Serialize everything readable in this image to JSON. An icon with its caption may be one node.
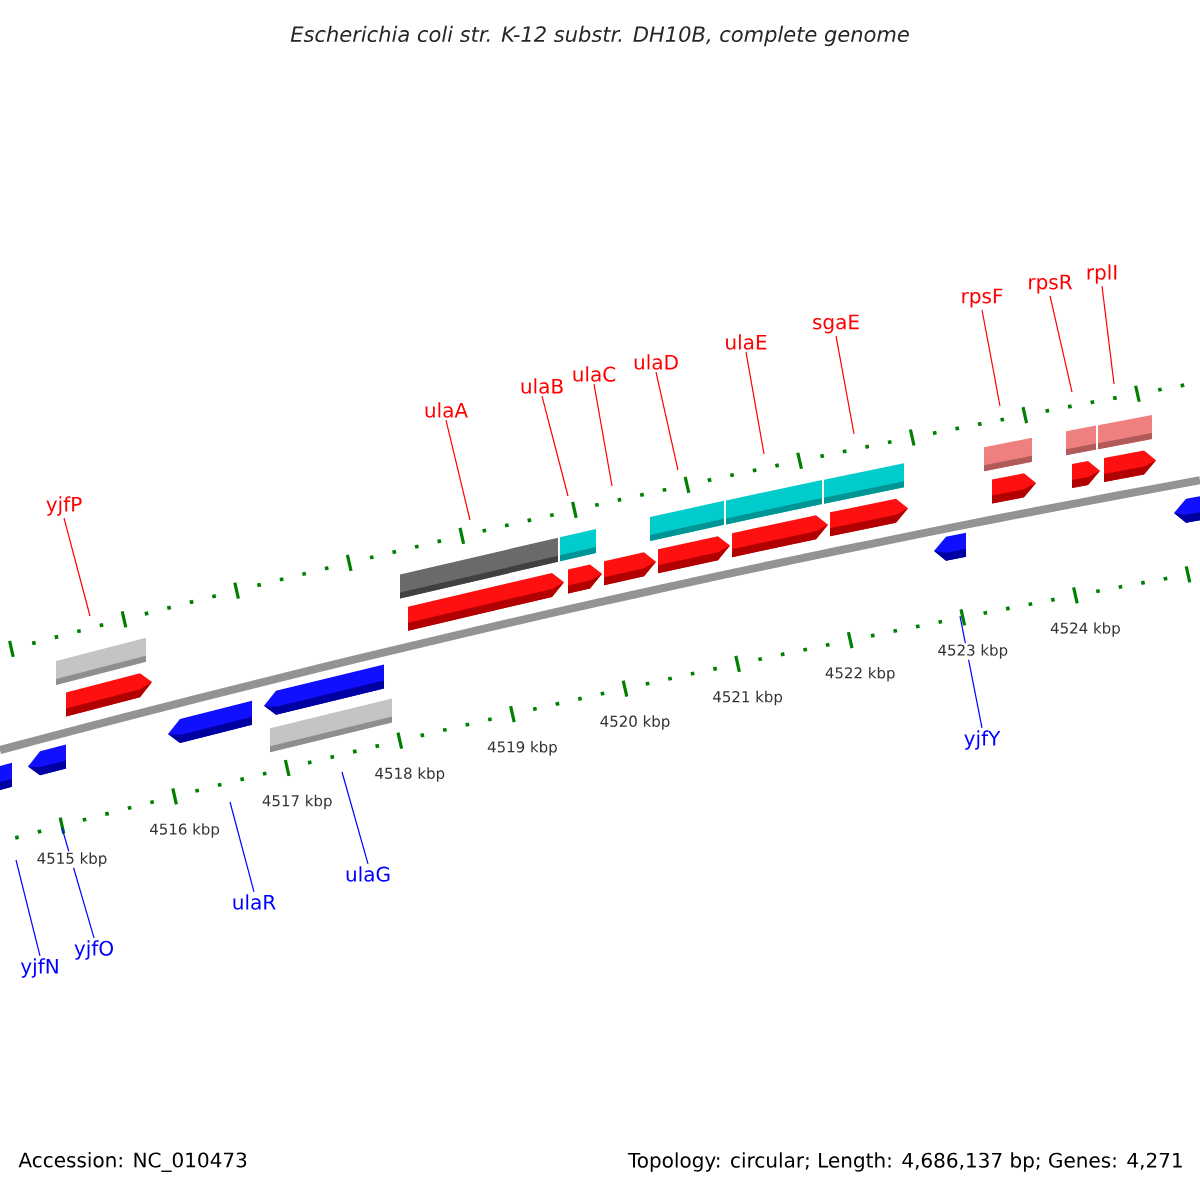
{
  "diagram": {
    "title": "Escherichia coli str. K-12 substr. DH10B, complete genome",
    "nodes": [
      {
        "text": [
          "yjfP"
        ]
      },
      {
        "text": [
          "ulaA"
        ]
      },
      {
        "text": [
          "ulaB"
        ]
      },
      {
        "text": [
          "ulaC"
        ]
      },
      {
        "text": [
          "ulaD"
        ]
      },
      {
        "text": [
          "ulaE"
        ]
      },
      {
        "text": [
          "sgaE"
        ]
      },
      {
        "text": [
          "rpsF"
        ]
      },
      {
        "text": [
          "rpsR"
        ]
      },
      {
        "text": [
          "rplI"
        ]
      },
      {
        "text": [
          "yjfN"
        ]
      },
      {
        "text": [
          "yjfO"
        ]
      },
      {
        "text": [
          "ulaR"
        ]
      },
      {
        "text": [
          "ulaG"
        ]
      },
      {
        "text": [
          "yjfY"
        ]
      }
    ],
    "edges": [
      {
        "from": 0,
        "to": null,
        "arrow": "none"
      },
      {
        "from": 1,
        "to": null,
        "arrow": "none"
      },
      {
        "from": 2,
        "to": null,
        "arrow": "none"
      },
      {
        "from": 3,
        "to": null,
        "arrow": "none"
      },
      {
        "from": 4,
        "to": null,
        "arrow": "none"
      },
      {
        "from": 5,
        "to": null,
        "arrow": "none"
      },
      {
        "from": 6,
        "to": null,
        "arrow": "none"
      },
      {
        "from": 7,
        "to": null,
        "arrow": "none"
      },
      {
        "from": 8,
        "to": null,
        "arrow": "none"
      },
      {
        "from": 9,
        "to": null,
        "arrow": "none"
      },
      {
        "from": 10,
        "to": null,
        "arrow": "none",
        "color": "#0000ff"
      },
      {
        "from": 11,
        "to": null,
        "arrow": "none",
        "color": "#0000ff"
      },
      {
        "from": 12,
        "to": null,
        "arrow": "none",
        "color": "#0000ff"
      },
      {
        "from": 13,
        "to": null,
        "arrow": "none",
        "color": "#0000ff"
      },
      {
        "from": 14,
        "to": null,
        "arrow": "none",
        "color": "#0000ff"
      }
    ],
    "labels": [
      "4515 kbp",
      "4516 kbp",
      "4517 kbp",
      "4518 kbp",
      "4519 kbp",
      "4520 kbp",
      "4521 kbp",
      "4522 kbp",
      "4523 kbp",
      "4524 kbp",
      "Accession: NC_010473",
      "Topology: circular; Length: 4,686,137 bp; Genes: 4,271"
    ]
  }
}
